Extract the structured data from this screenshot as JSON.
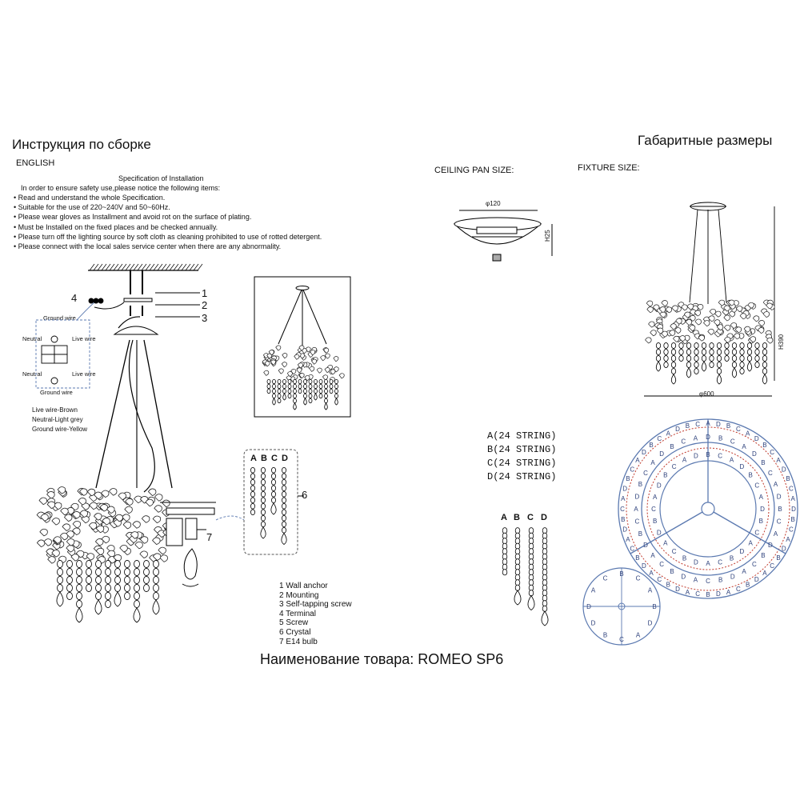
{
  "headings": {
    "left": "Инструкция по сборке",
    "right": "Габаритные размеры",
    "language": "ENGLISH",
    "ceiling_pan": "CEILING PAN SIZE:",
    "fixture": "FIXTURE SIZE:"
  },
  "specification": {
    "title": "Specification of Installation",
    "intro": "In order to ensure safety use,please notice the following items:",
    "items": [
      "• Read and understand the whole Specification.",
      "• Suitable for the use of 220~240V and 50~60Hz.",
      "• Please wear gloves as Installment and avoid rot on the surface of plating.",
      "• Must be Installed on the fixed places and be checked annually.",
      "• Please turn off the lighting source by soft cloth as cleaning prohibited to use of rotted detergent.",
      "• Please connect with the local sales service center when there are any abnormality."
    ]
  },
  "wiring": {
    "ground_top": "Ground wire",
    "neutral_left": "Neutral",
    "live_right": "Live wire",
    "neutral_left2": "Neutral",
    "live_right2": "Live wire",
    "ground_bottom": "Ground wire",
    "legend": [
      "Live wire-Brown",
      "Neutral-Light grey",
      "Ground wire-Yellow"
    ]
  },
  "callouts": {
    "c1": "1",
    "c2": "2",
    "c3": "3",
    "c4": "4",
    "c6": "6",
    "c7": "7"
  },
  "parts": [
    "1  Wall anchor",
    "2  Mounting",
    "3  Self-tapping screw",
    "4  Terminal",
    "5  Screw",
    "6  Crystal",
    "7 E14  bulb"
  ],
  "string_letters": [
    "A",
    "B",
    "C",
    "D"
  ],
  "strings": [
    "A(24 STRING)",
    "B(24 STRING)",
    "C(24 STRING)",
    "D(24 STRING)"
  ],
  "dimensions": {
    "pan_diameter": "φ120",
    "pan_height": "H25",
    "fixture_height": "H390",
    "fixture_diameter": "φ600"
  },
  "ring_outer_sequence": [
    "A",
    "D",
    "B",
    "C"
  ],
  "small_ring_labels": [
    "D",
    "A",
    "C",
    "B",
    "C",
    "A",
    "B",
    "D",
    "A",
    "C",
    "B",
    "D"
  ],
  "product": "Наименование товара: ROMEO SP6"
}
